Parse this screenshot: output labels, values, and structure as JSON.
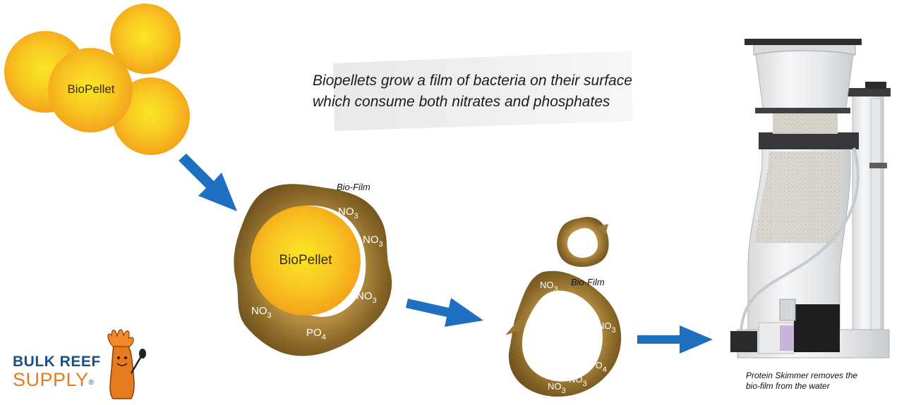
{
  "caption": {
    "line1": "Biopellets grow a film of bacteria on their surface",
    "line2": "which consume both nitrates and phosphates"
  },
  "pellet_cluster": {
    "label": "BioPellet"
  },
  "coated_pellet": {
    "pellet_label": "BioPellet",
    "film_label": "Bio-Film",
    "labels": [
      {
        "base": "NO",
        "sub": "3"
      },
      {
        "base": "NO",
        "sub": "3"
      },
      {
        "base": "NO",
        "sub": "3"
      },
      {
        "base": "NO",
        "sub": "3"
      },
      {
        "base": "PO",
        "sub": "4"
      }
    ]
  },
  "shed_film": {
    "film_label": "Bio-Film",
    "labels": [
      {
        "base": "NO",
        "sub": "3"
      },
      {
        "base": "NO",
        "sub": "3"
      },
      {
        "base": "PO",
        "sub": "4"
      },
      {
        "base": "NO",
        "sub": "3"
      },
      {
        "base": "NO",
        "sub": "3"
      }
    ]
  },
  "skimmer": {
    "caption_line1": "Protein Skimmer removes the",
    "caption_line2": "bio-film from the water"
  },
  "logo": {
    "line1": "BULK REEF",
    "line2": "SUPPLY",
    "reg": "®"
  },
  "colors": {
    "pellet": "#f6b21c",
    "pellet_highlight": "#fbe625",
    "biofilm": "#8c6a2c",
    "arrow": "#1d6fc0",
    "brand_blue": "#1b4f87",
    "brand_orange": "#e57a1f"
  }
}
